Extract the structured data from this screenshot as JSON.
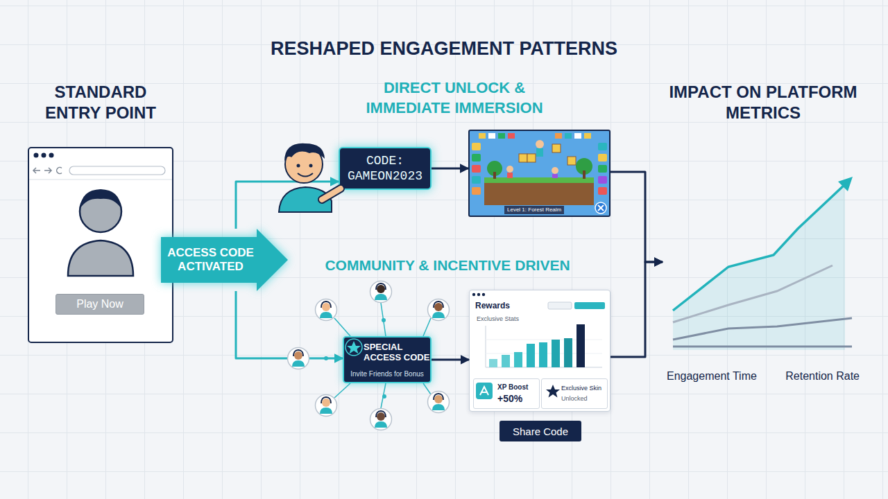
{
  "diagram": {
    "title": "RESHAPED ENGAGEMENT PATTERNS",
    "nodes": [
      {
        "text": [
          "STANDARD ENTRY POINT"
        ]
      },
      {
        "text": [
          "Play Now"
        ],
        "in": 0
      },
      {
        "text": [
          "ACCESS CODE ACTIVATED"
        ]
      },
      {
        "text": [
          "CODE: GAMEON2023"
        ]
      },
      {
        "text": [
          "Level 1: Forest Realm"
        ]
      },
      {
        "text": [
          "SPECIAL ACCESS CODE",
          "Invite Friends for Bonus"
        ]
      },
      {
        "text": [
          "Rewards",
          "Exclusive Stats"
        ]
      },
      {
        "text": [
          "XP Boost",
          "+50%"
        ],
        "in": 6
      },
      {
        "text": [
          "Exclusive Skin",
          "Unlocked"
        ],
        "in": 6
      },
      {
        "text": [
          "Share Code"
        ]
      },
      {
        "text": [
          "IMPACT ON PLATFORM METRICS",
          "Engagement Time",
          "Retention Rate"
        ]
      }
    ],
    "edges": [
      {
        "from": 2,
        "to": 3,
        "arrow": "to"
      },
      {
        "from": 2,
        "to": 5,
        "arrow": "to"
      },
      {
        "from": 3,
        "to": 4,
        "arrow": "to"
      },
      {
        "from": 5,
        "to": 6,
        "arrow": "to"
      },
      {
        "from": 4,
        "to": 10,
        "arrow": "to"
      },
      {
        "from": 6,
        "to": 10,
        "arrow": "to"
      }
    ],
    "labels": [
      "DIRECT UNLOCK & IMMEDIATE IMMERSION",
      "COMMUNITY & INCENTIVE DRIVEN"
    ]
  }
}
